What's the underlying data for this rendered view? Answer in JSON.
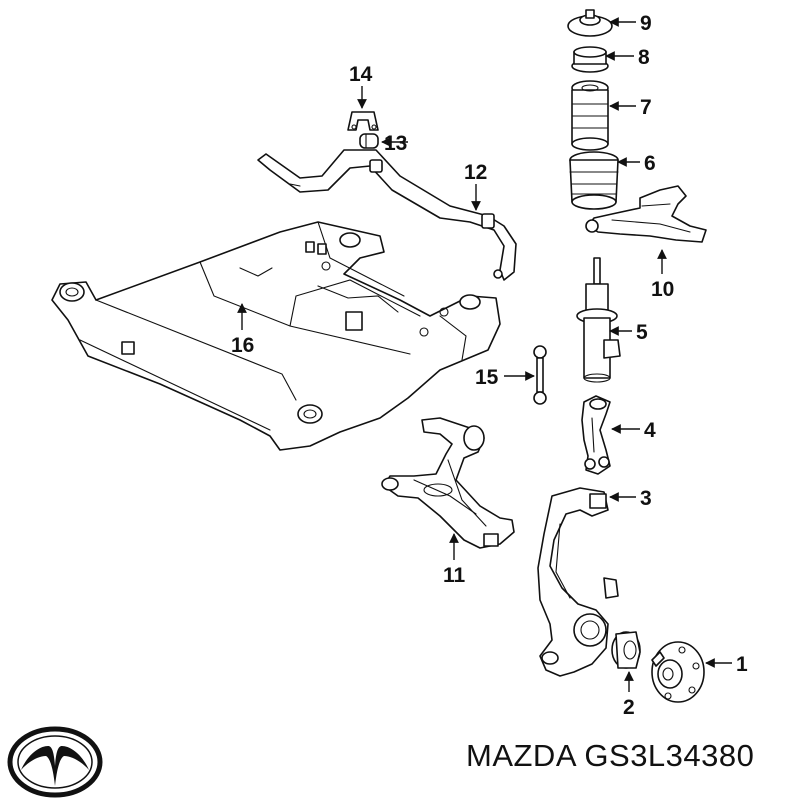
{
  "callouts": [
    {
      "id": "1",
      "label": "1"
    },
    {
      "id": "2",
      "label": "2"
    },
    {
      "id": "3",
      "label": "3"
    },
    {
      "id": "4",
      "label": "4"
    },
    {
      "id": "5",
      "label": "5"
    },
    {
      "id": "6",
      "label": "6"
    },
    {
      "id": "7",
      "label": "7"
    },
    {
      "id": "8",
      "label": "8"
    },
    {
      "id": "9",
      "label": "9"
    },
    {
      "id": "10",
      "label": "10"
    },
    {
      "id": "11",
      "label": "11"
    },
    {
      "id": "12",
      "label": "12"
    },
    {
      "id": "13",
      "label": "13"
    },
    {
      "id": "14",
      "label": "14"
    },
    {
      "id": "15",
      "label": "15"
    },
    {
      "id": "16",
      "label": "16"
    }
  ],
  "caption": {
    "text": "MAZDA GS3L34380"
  },
  "logo": {
    "icon": "mazda-logo-icon",
    "color": "#111111"
  },
  "colors": {
    "line": "#111111",
    "background": "#ffffff"
  }
}
